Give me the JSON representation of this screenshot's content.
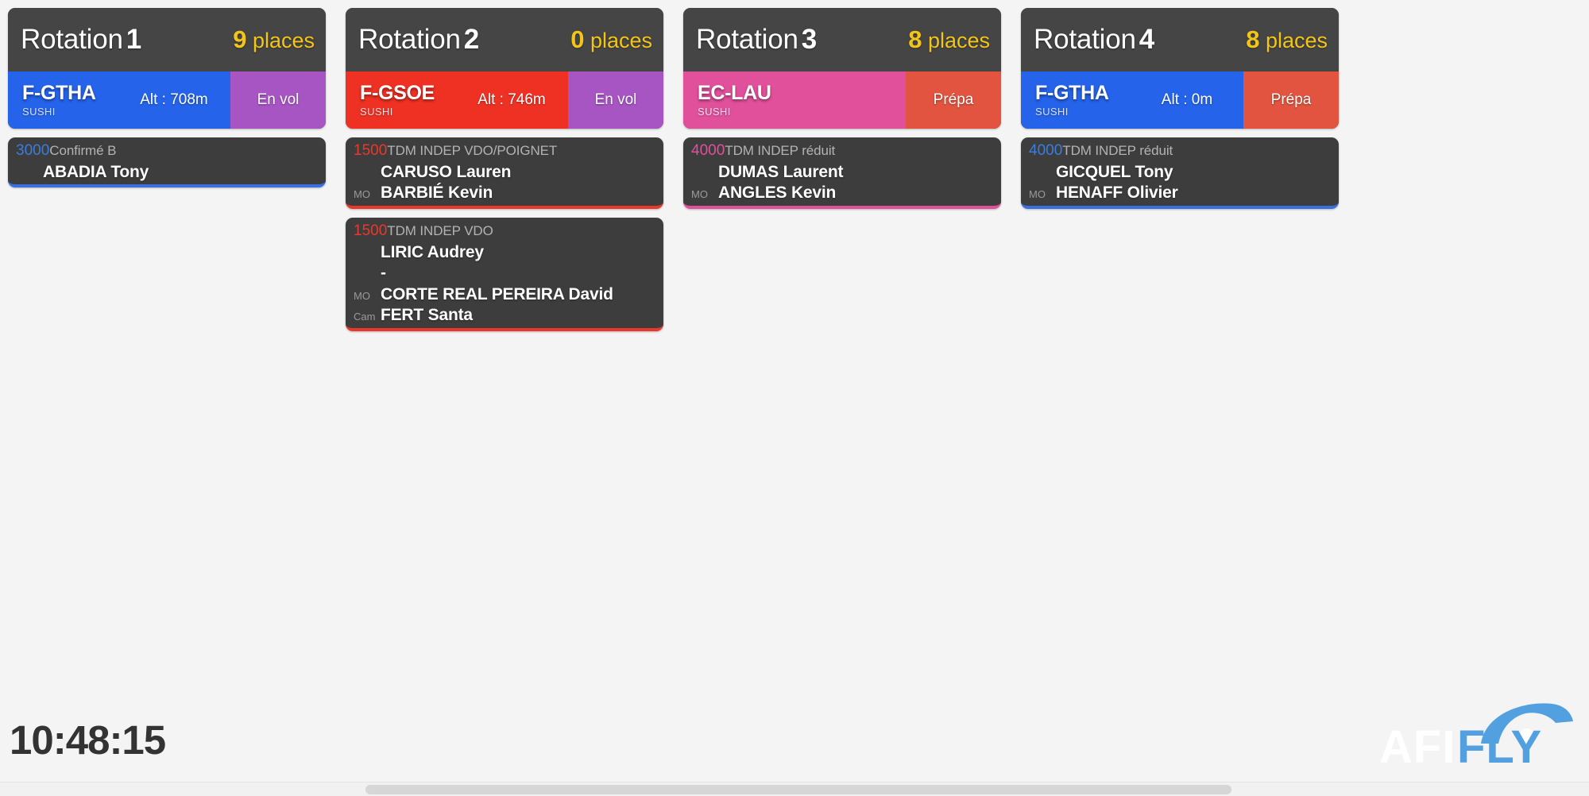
{
  "app": {
    "brand_primary": "AFI",
    "brand_secondary": "FLY",
    "clock": "10:48:15",
    "colors": {
      "background": "#f4f4f4",
      "card_header": "#454545",
      "task_card": "#3d3d3d",
      "places_yellow": "#f2c518",
      "blue": "#2563eb",
      "red": "#ef3124",
      "pink": "#e0509b",
      "purple": "#a855c4",
      "orange_red": "#e2543f",
      "logo_blue": "#53a0e0"
    }
  },
  "columns": [
    {
      "header": {
        "title": "Rotation",
        "number": "1",
        "places_count": "9",
        "places_label": "places"
      },
      "aircraft": {
        "registration": "F-GTHA",
        "operator": "SUSHI",
        "altitude": "Alt : 708m",
        "status": "En vol",
        "strip_color": "#2563eb",
        "status_color": "#a855c4"
      },
      "tasks": [
        {
          "altitude": "3000",
          "altitude_color": "#3b7ddd",
          "type": "Confirmé B",
          "accent_color": "#3b6fe0",
          "people": [
            {
              "role": "",
              "name": "ABADIA Tony"
            }
          ]
        }
      ]
    },
    {
      "header": {
        "title": "Rotation",
        "number": "2",
        "places_count": "0",
        "places_label": "places"
      },
      "aircraft": {
        "registration": "F-GSOE",
        "operator": "SUSHI",
        "altitude": "Alt : 746m",
        "status": "En vol",
        "strip_color": "#ef3124",
        "status_color": "#a855c4"
      },
      "tasks": [
        {
          "altitude": "1500",
          "altitude_color": "#e8392b",
          "type": "TDM INDEP VDO/POIGNET",
          "accent_color": "#e8392b",
          "people": [
            {
              "role": "",
              "name": "CARUSO Lauren"
            },
            {
              "role": "MO",
              "name": "BARBIÉ Kevin"
            }
          ]
        },
        {
          "altitude": "1500",
          "altitude_color": "#e8392b",
          "type": "TDM INDEP VDO",
          "accent_color": "#e8392b",
          "people": [
            {
              "role": "",
              "name": "LIRIC Audrey"
            },
            {
              "role": "",
              "name": "-"
            },
            {
              "role": "MO",
              "name": "CORTE REAL PEREIRA David"
            },
            {
              "role": "Cam",
              "name": "FERT Santa"
            }
          ]
        }
      ]
    },
    {
      "header": {
        "title": "Rotation",
        "number": "3",
        "places_count": "8",
        "places_label": "places"
      },
      "aircraft": {
        "registration": "EC-LAU",
        "operator": "SUSHI",
        "altitude": "",
        "status": "Prépa",
        "strip_color": "#e0509b",
        "status_color": "#e2543f"
      },
      "tasks": [
        {
          "altitude": "4000",
          "altitude_color": "#e0509b",
          "type": "TDM INDEP réduit",
          "accent_color": "#e0509b",
          "people": [
            {
              "role": "",
              "name": "DUMAS Laurent"
            },
            {
              "role": "MO",
              "name": "ANGLES Kevin"
            }
          ]
        }
      ]
    },
    {
      "header": {
        "title": "Rotation",
        "number": "4",
        "places_count": "8",
        "places_label": "places"
      },
      "aircraft": {
        "registration": "F-GTHA",
        "operator": "SUSHI",
        "altitude": "Alt : 0m",
        "status": "Prépa",
        "strip_color": "#2563eb",
        "status_color": "#e2543f"
      },
      "tasks": [
        {
          "altitude": "4000",
          "altitude_color": "#3b7ddd",
          "type": "TDM INDEP réduit",
          "accent_color": "#3b6fe0",
          "people": [
            {
              "role": "",
              "name": "GICQUEL Tony"
            },
            {
              "role": "MO",
              "name": "HENAFF Olivier"
            }
          ]
        }
      ]
    }
  ]
}
